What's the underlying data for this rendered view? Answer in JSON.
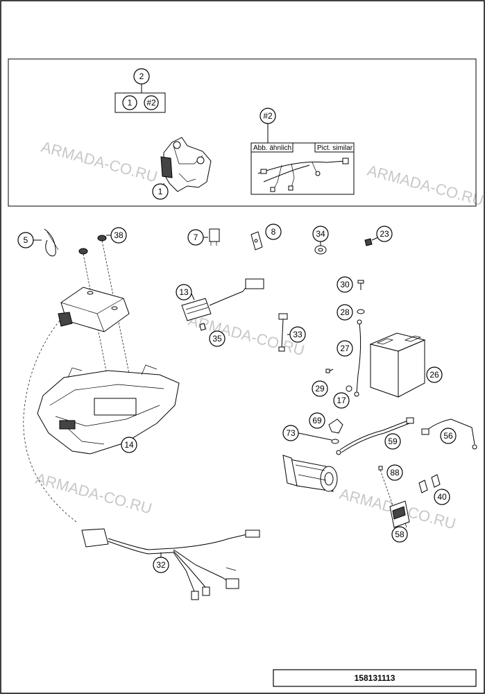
{
  "watermark": "ARMADA-CO.RU",
  "document_number": "158131113",
  "detail_box": {
    "group_callout": "2",
    "group_items": [
      "1",
      "#2"
    ],
    "harness_callout": "#2",
    "label_de": "Abb. ähnlich",
    "label_en": "Pict. similar",
    "frame_callout": "1"
  },
  "callouts": {
    "c5": "5",
    "c38": "38",
    "c7": "7",
    "c8": "8",
    "c34": "34",
    "c23": "23",
    "c13": "13",
    "c35": "35",
    "c33": "33",
    "c30": "30",
    "c28": "28",
    "c27": "27",
    "c26": "26",
    "c29": "29",
    "c17": "17",
    "c14": "14",
    "c69": "69",
    "c73": "73",
    "c59": "59",
    "c56": "56",
    "c88": "88",
    "c40": "40",
    "c58": "58",
    "c32": "32"
  }
}
